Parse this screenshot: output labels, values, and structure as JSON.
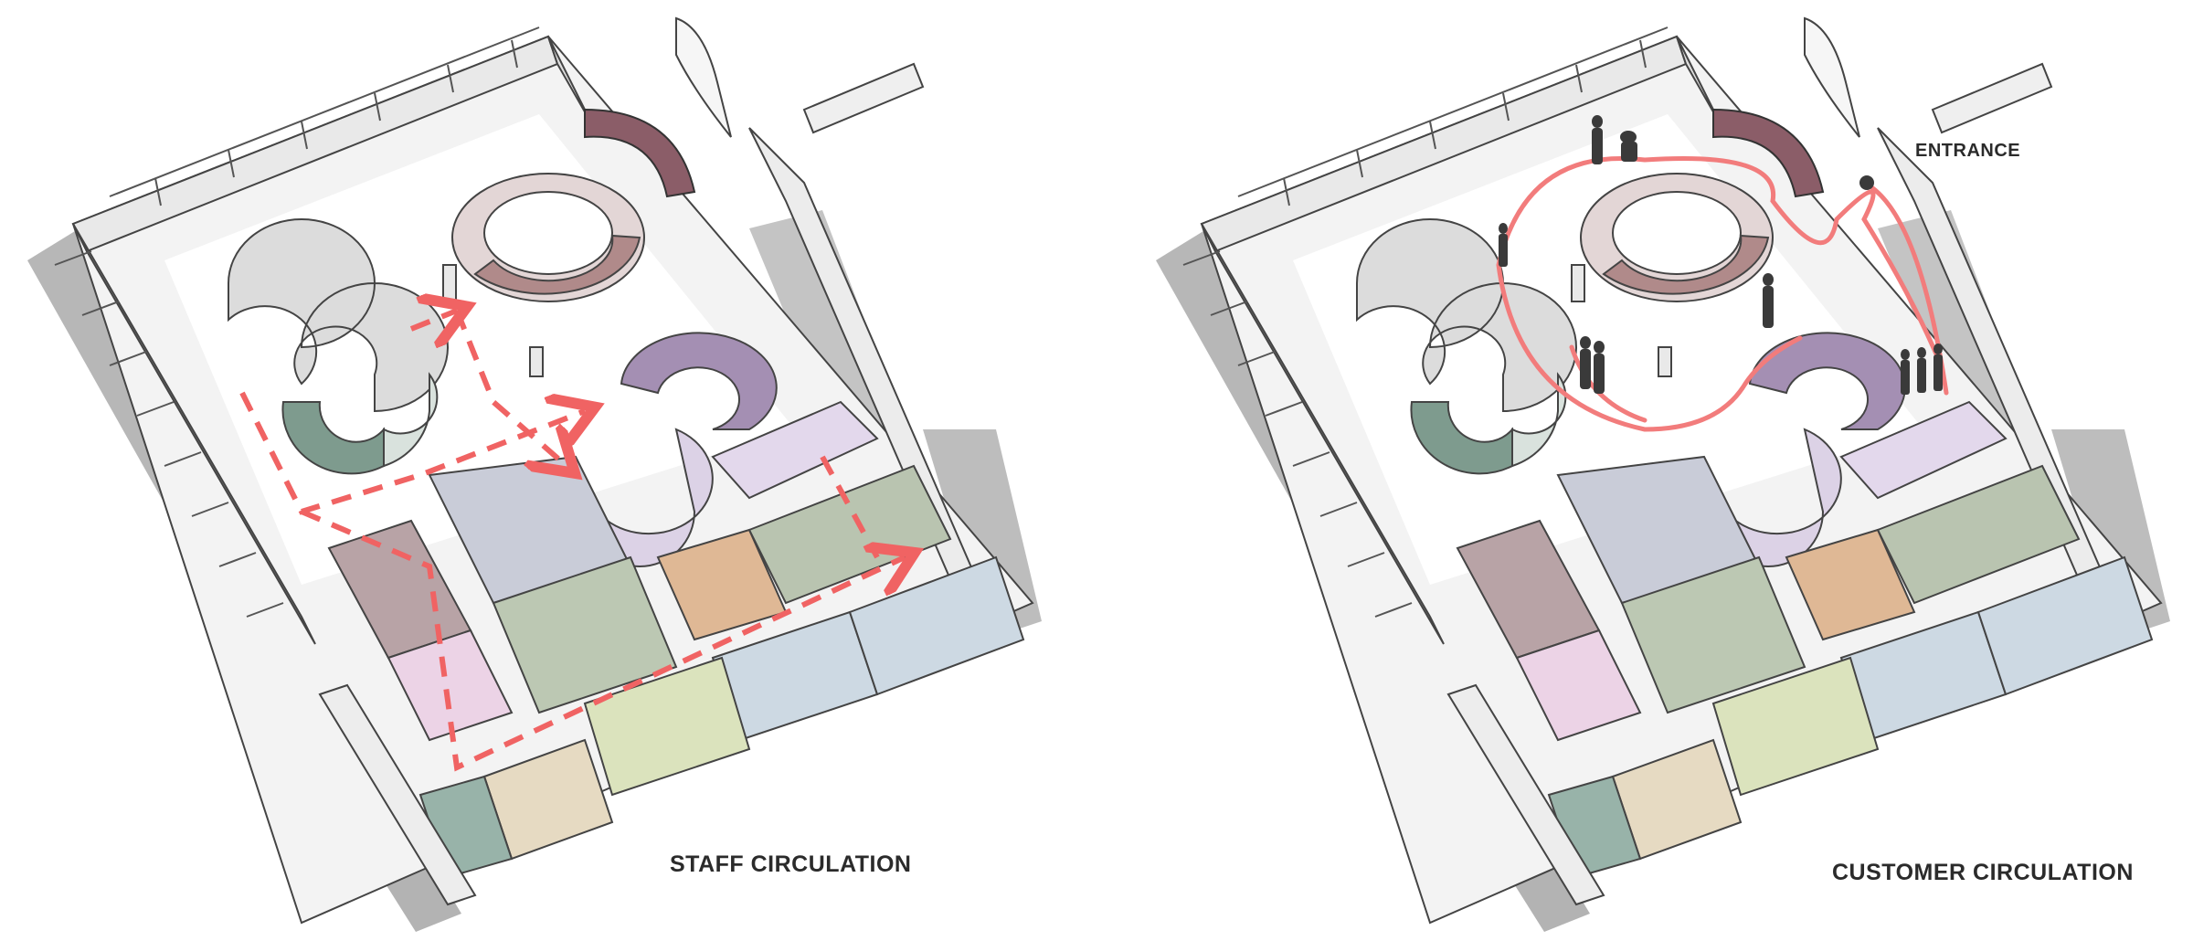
{
  "labels": {
    "staff": "STAFF CIRCULATION",
    "customer": "CUSTOMER CIRCULATION",
    "entrance": "ENTRANCE"
  },
  "colors": {
    "floor": "#f4f4f4",
    "wall_light": "#f2f2f2",
    "wall_top": "#e6e6e6",
    "shadow": "#a9a9a9",
    "staff_path": "#f06363",
    "customer_path": "#f27c7c",
    "ring_pink": "#b08a8a",
    "ring_pink_light": "#e3d6d6",
    "s_green": "#7e9b8e",
    "s_green_light": "#d9e2dd",
    "s_grey": "#dcdcdc",
    "purple": "#a48fb3",
    "purple_light": "#dcd2e6",
    "box_mauve": "#b8a3a6",
    "box_pink": "#ecd3e6",
    "box_blue_grey": "#c9ccd8",
    "box_green": "#bcc8b3",
    "box_orange": "#dfb895",
    "box_sage": "#b9c4b0",
    "box_light_blue": "#cdd9e3",
    "box_lime": "#dbe3bd",
    "box_sand": "#e6dac2",
    "box_teal": "#98b3a9",
    "door_maroon": "#8b5d68",
    "people": "#3a3a3a"
  }
}
